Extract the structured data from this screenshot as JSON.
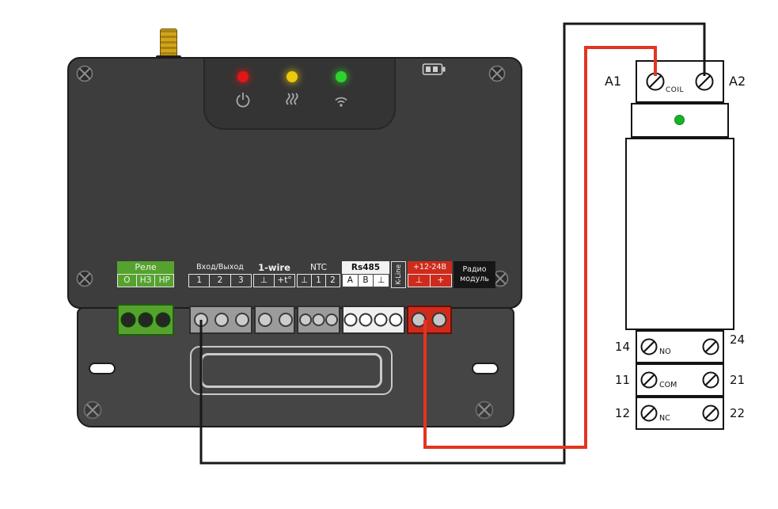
{
  "device": {
    "strip": {
      "rele": {
        "title": "Реле",
        "cells": [
          "О",
          "НЗ",
          "НР"
        ]
      },
      "io": {
        "title": "Вход/Выход",
        "cells": [
          "1",
          "2",
          "3"
        ]
      },
      "onewire": {
        "title": "1-wire",
        "cells": [
          "⊥",
          "+t°"
        ]
      },
      "ntc": {
        "title": "NTC",
        "cells": [
          "⊥",
          "1",
          "2"
        ]
      },
      "rs485": {
        "title": "Rs485",
        "cells": [
          "A",
          "B",
          "⊥"
        ]
      },
      "kline": {
        "title": "K-Line"
      },
      "power": {
        "title": "+12-24В",
        "cells": [
          "⊥",
          "+"
        ]
      },
      "radio": {
        "line1": "Радио",
        "line2": "модуль"
      }
    },
    "icons": [
      "power-icon",
      "heating-icon",
      "wifi-icon",
      "battery-icon",
      "antenna"
    ]
  },
  "relay": {
    "a1": "A1",
    "a2": "A2",
    "coil": "COIL",
    "rows": [
      {
        "left": "14",
        "center": "NO",
        "right": "24"
      },
      {
        "left": "11",
        "center": "COM",
        "right": "21"
      },
      {
        "left": "12",
        "center": "NC",
        "right": "22"
      }
    ]
  },
  "colors": {
    "wire_black": "#181818",
    "wire_red": "#e23522",
    "relay_block_green": "#55a32e",
    "power_block_red": "#cf2b1c",
    "led_red": "#e31515",
    "led_yellow": "#edc90c",
    "led_green": "#2ed32e",
    "relay_indicator_green": "#17b325"
  }
}
